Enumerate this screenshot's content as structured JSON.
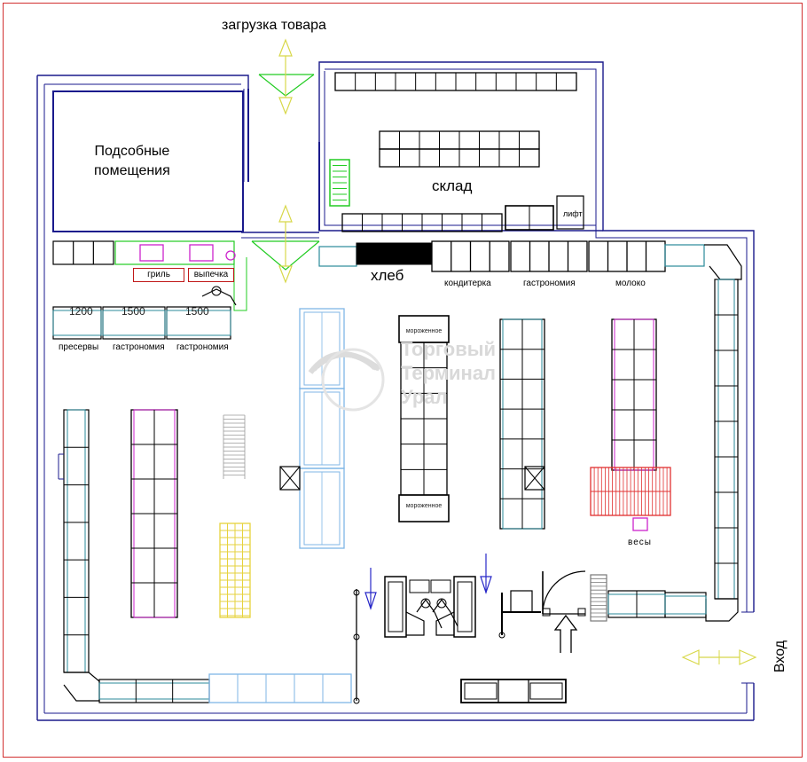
{
  "labels": {
    "loading": "загрузка товара",
    "utility_rooms": "Подсобные\nпомещения",
    "warehouse": "склад",
    "bread": "хлеб",
    "confectionery": "кондитерка",
    "gastronomy_top": "гастрономия",
    "milk": "молоко",
    "grill": "гриль",
    "bakery": "выпечка",
    "preserves": "пресервы",
    "gastronomy_left1": "гастрономия",
    "gastronomy_left2": "гастрономия",
    "ice_cream_top": "мороженное",
    "ice_cream_bottom": "мороженное",
    "scales": "весы",
    "entrance": "Вход",
    "lift": "лифт",
    "size1": "1200",
    "size2": "1500",
    "size3": "1500",
    "watermark": "Торговый\nТерминал\nУрал"
  },
  "colors": {
    "wall": "#1a1a8c",
    "shelf": "#000000",
    "fridge": "#2a8a9a",
    "green": "#22cc22",
    "magenta": "#cc22cc",
    "pallet": "#e03030",
    "yellow": "#e6d23c",
    "arrow": "#d8d84a",
    "light_blue": "#7fb6e6",
    "frame": "#d23030"
  }
}
